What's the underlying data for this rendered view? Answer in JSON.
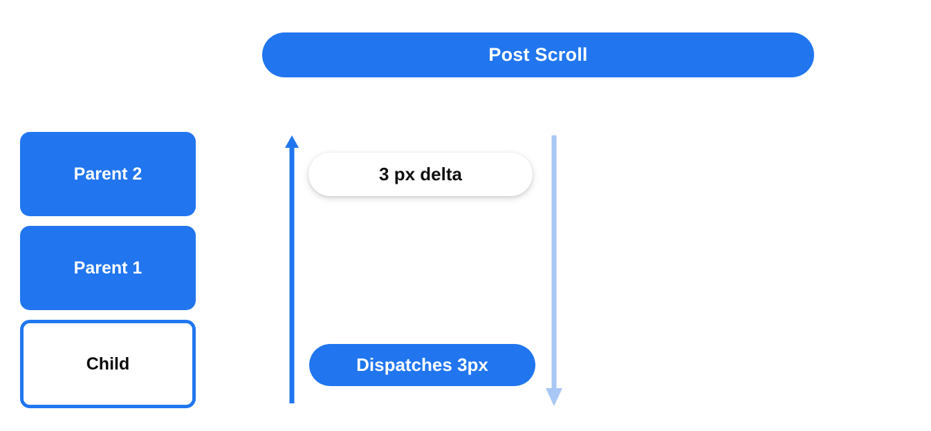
{
  "header": {
    "title": "Post Scroll",
    "color": "#2176ef",
    "text_color": "#ffffff"
  },
  "node_stack": {
    "boxes": [
      {
        "label": "Parent 2",
        "style": "filled",
        "fill": "#2176ef",
        "text_color": "#ffffff"
      },
      {
        "label": "Parent 1",
        "style": "filled",
        "fill": "#2176ef",
        "text_color": "#ffffff"
      },
      {
        "label": "Child",
        "style": "outlined",
        "fill": "#ffffff",
        "border_color": "#2176ef",
        "text_color": "#000000"
      }
    ]
  },
  "flow": {
    "up_arrow": {
      "name": "bubble-up-arrow",
      "direction": "up",
      "color": "#2176ef"
    },
    "down_arrow": {
      "name": "scroll-propagation-arrow",
      "direction": "down",
      "color": "#a8c7f5"
    },
    "delta_pill": {
      "label": "3 px delta",
      "fill": "#ffffff",
      "text_color": "#101010"
    },
    "dispatch_pill": {
      "label": "Dispatches 3px",
      "fill": "#2176ef",
      "text_color": "#ffffff"
    }
  }
}
